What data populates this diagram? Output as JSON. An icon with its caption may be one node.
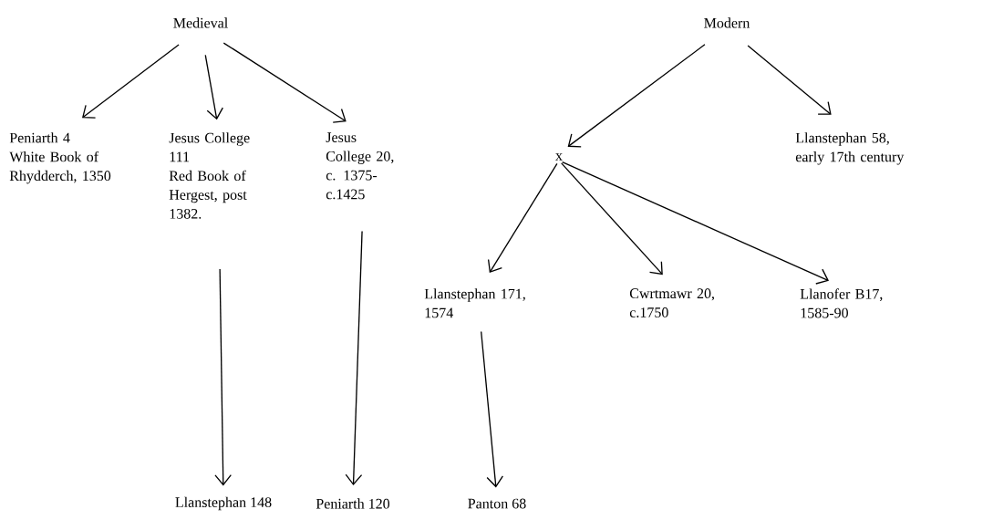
{
  "diagram": {
    "nodes": [
      {
        "text": [
          "Medieval"
        ]
      },
      {
        "text": [
          "Peniarth 4",
          "White Book of Rhydderch, 1350"
        ]
      },
      {
        "text": [
          "Jesus College 111",
          "Red Book of Hergest, post 1382."
        ]
      },
      {
        "text": [
          "Jesus College 20, c. 1375-c.1425"
        ]
      },
      {
        "text": [
          "Llanstephan 148"
        ]
      },
      {
        "text": [
          "Peniarth 120"
        ]
      },
      {
        "text": [
          "Panton 68"
        ]
      },
      {
        "text": [
          "Modern"
        ]
      },
      {
        "text": [
          "x"
        ]
      },
      {
        "text": [
          "Llanstephan 58, early 17th century"
        ]
      },
      {
        "text": [
          "Llanstephan 171, 1574"
        ]
      },
      {
        "text": [
          "Cwrtmawr 20, c.1750"
        ]
      },
      {
        "text": [
          "Llanofer B17, 1585-90"
        ]
      }
    ],
    "edges": [
      {
        "from": 0,
        "to": 1,
        "arrow": "to"
      },
      {
        "from": 0,
        "to": 2,
        "arrow": "to"
      },
      {
        "from": 0,
        "to": 3,
        "arrow": "to"
      },
      {
        "from": 2,
        "to": 4,
        "arrow": "to"
      },
      {
        "from": 3,
        "to": 5,
        "arrow": "to"
      },
      {
        "from": 10,
        "to": 6,
        "arrow": "to"
      },
      {
        "from": 7,
        "to": 8,
        "arrow": "to"
      },
      {
        "from": 7,
        "to": 9,
        "arrow": "to"
      },
      {
        "from": 8,
        "to": 10,
        "arrow": "to"
      },
      {
        "from": 8,
        "to": 11,
        "arrow": "to"
      },
      {
        "from": 8,
        "to": 12,
        "arrow": "to"
      }
    ]
  }
}
